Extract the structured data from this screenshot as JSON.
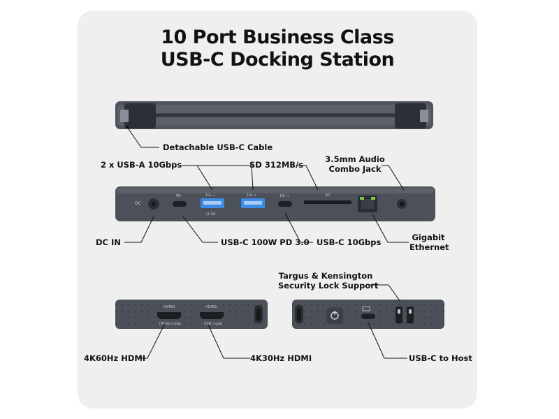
{
  "title": {
    "line1": "10 Port Business Class",
    "line2": "USB-C Docking Station"
  },
  "callouts": {
    "detachable_cable": "Detachable USB-C Cable",
    "usb_a": "2 x USB-A 10Gbps",
    "sd": "SD 312MB/s",
    "audio_line1": "3.5mm Audio",
    "audio_line2": "Combo Jack",
    "dc_in": "DC IN",
    "usb_c_pd": "USB-C 100W PD 3.0",
    "usb_c_10": "USB-C 10Gbps",
    "ethernet_line1": "Gigabit",
    "ethernet_line2": "Ethernet",
    "lock_line1": "Targus & Kensington",
    "lock_line2": "Security Lock Support",
    "hdmi_4k60": "4K60Hz HDMI",
    "hdmi_4k30": "4K30Hz HDMI",
    "usb_c_host": "USB-C to Host"
  },
  "port_markings": {
    "dc": "DC",
    "pd": "PD",
    "usb_a_1": "10⟷",
    "usb_a_2": "10⟷",
    "usb_a_rating": "/1.5A",
    "usb_c_10": "10⟷",
    "sd": "SD",
    "hdmi1": "HDMI1",
    "hdmi1_mode": "DP Alt mode",
    "hdmi2": "HDMI2",
    "hdmi2_mode": "USB mode"
  },
  "colors": {
    "background": "#efefef",
    "device_body": "#4b5059",
    "device_dark": "#33373e",
    "port_blue": "#3d8be6",
    "ethernet_green": "#7ec845"
  }
}
